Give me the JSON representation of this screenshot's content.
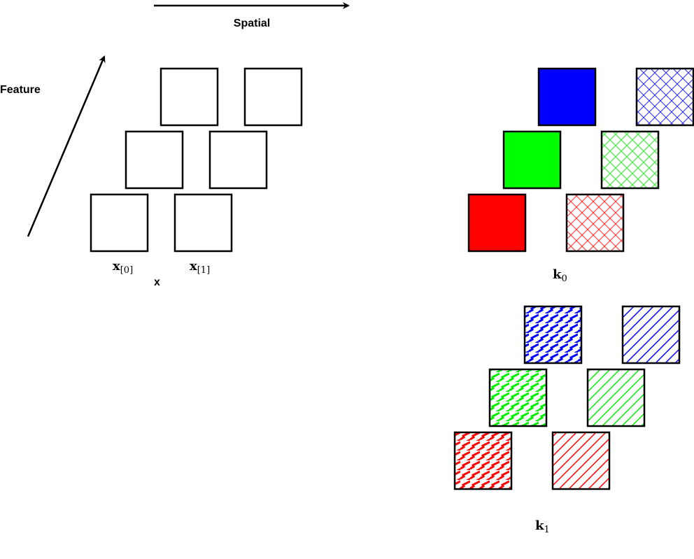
{
  "axes": {
    "spatial_label": "Spatial",
    "feature_label": "Feature"
  },
  "input_block": {
    "label": "x",
    "column_labels": [
      {
        "main": "x",
        "sub": "[0]"
      },
      {
        "main": "x",
        "sub": "[1]"
      }
    ]
  },
  "kernels": [
    {
      "label": {
        "main": "k",
        "sub": "0"
      },
      "rows": [
        "#ff0000",
        "#00ff00",
        "#0000ff"
      ],
      "patterns": [
        "solid",
        "crosshatch"
      ]
    },
    {
      "label": {
        "main": "k",
        "sub": "1"
      },
      "rows": [
        "#ff0000",
        "#00ff00",
        "#0000ff"
      ],
      "patterns": [
        "zigzag",
        "diagonal"
      ]
    }
  ],
  "colors": {
    "stroke": "#000000",
    "red": "#ff0000",
    "green": "#00ff00",
    "blue": "#0000ff"
  }
}
